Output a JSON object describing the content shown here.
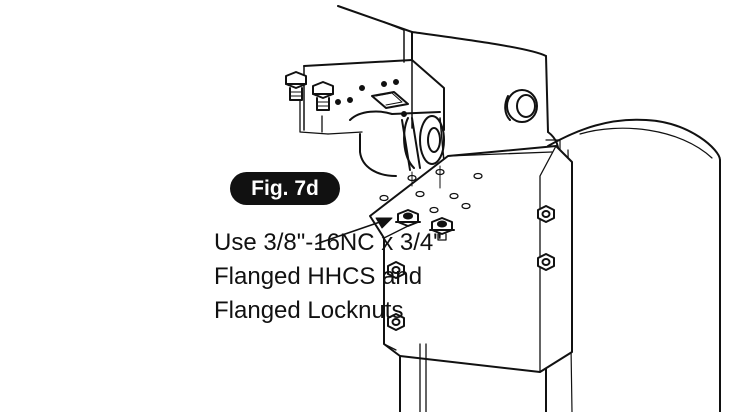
{
  "figure": {
    "label": "Fig. 7d"
  },
  "callout": {
    "line1": "Use 3/8\"-16NC x 3/4\"",
    "line2": "Flanged HHCS and",
    "line3": "Flanged Locknuts"
  },
  "colors": {
    "ink": "#111111",
    "paper": "#ffffff"
  }
}
